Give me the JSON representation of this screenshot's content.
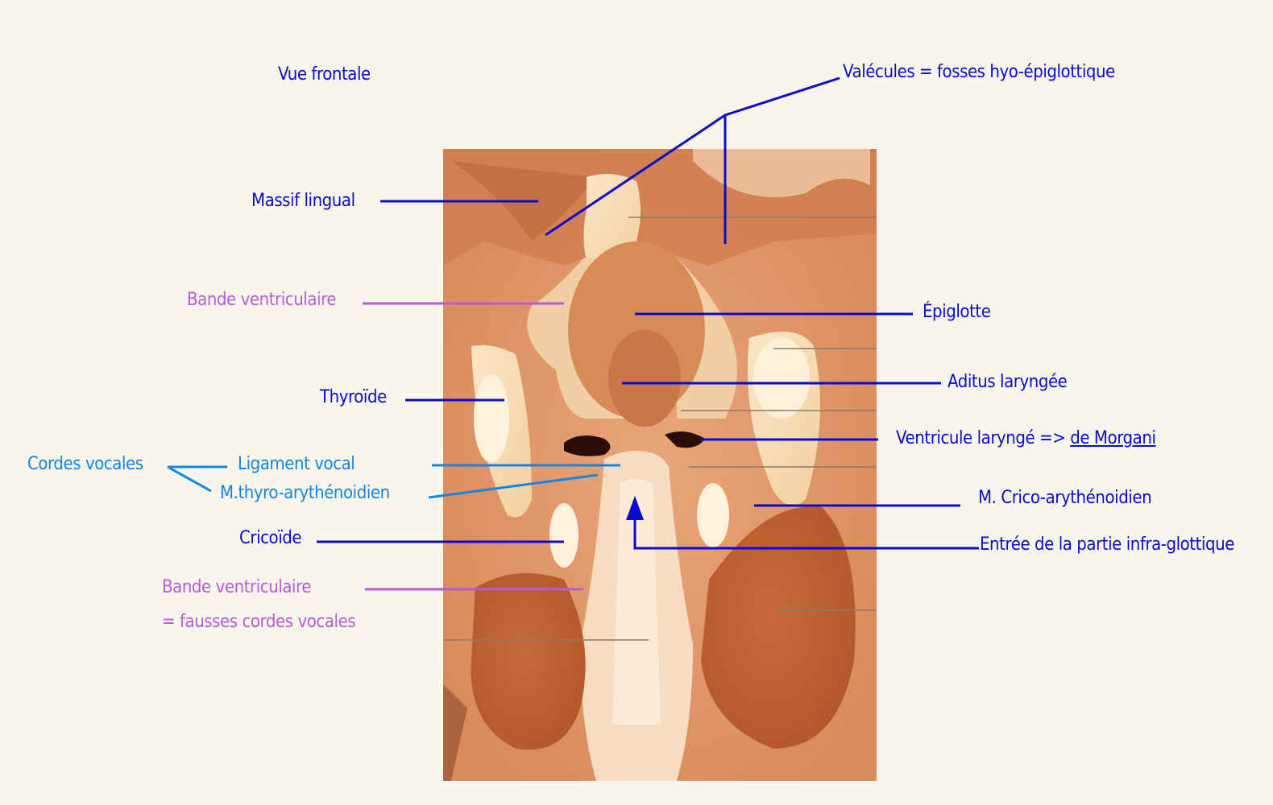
{
  "view_title": "Vue frontale",
  "colors": {
    "background": "#f8f6ea",
    "structure_label": "#0a0ad0",
    "band_label": "#b85ad8",
    "vocal_label": "#1585e3"
  },
  "labels": {
    "valecules": "Valécules = fosses hyo-épiglottique",
    "massif_lingual": "Massif lingual",
    "bande_ventriculaire_top": "Bande ventriculaire",
    "epiglotte": "Épiglotte",
    "aditus": "Aditus laryngée",
    "thyroide": "Thyroïde",
    "ventricule_prefix": "Ventricule laryngé =>",
    "ventricule_link": "de Morgani",
    "cordes_vocales": "Cordes vocales",
    "ligament_vocal": "Ligament vocal",
    "thyro_arytenoidien": "M.thyro-arythénoidien",
    "crico_arytenoidien": "M. Crico-arythénoidien",
    "cricoide": "Cricoïde",
    "entree_infra_glottique": "Entrée de la partie infra-glottique",
    "bande_ventriculaire_bottom_1": "Bande ventriculaire",
    "bande_ventriculaire_bottom_2": "= fausses cordes vocales"
  }
}
